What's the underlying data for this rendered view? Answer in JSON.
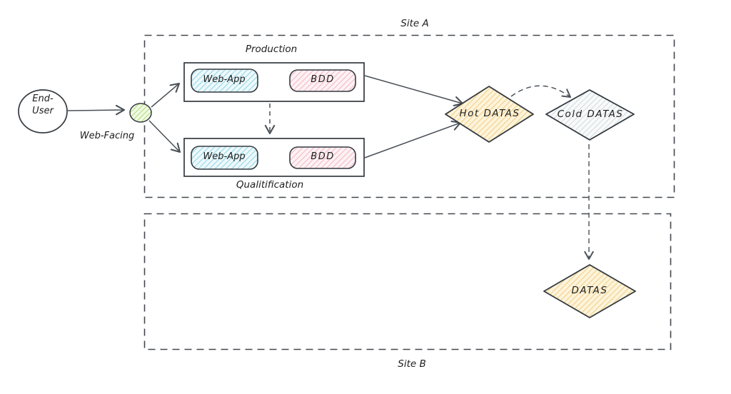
{
  "regions": {
    "site_a": "Site A",
    "site_b": "Site B"
  },
  "nodes": {
    "end_user": "End-\nUser",
    "web_facing": "Web-Facing",
    "production": {
      "title": "Production",
      "web_app": "Web-App",
      "bdd": "BDD"
    },
    "qualitification": {
      "title": "Qualitification",
      "web_app": "Web-App",
      "bdd": "BDD"
    },
    "hot_datas": "Hot DATAS",
    "cold_datas": "Cold DATAS",
    "site_b_datas": "DATAS"
  },
  "edges": [
    {
      "from": "end_user",
      "to": "web_facing",
      "style": "solid-arrow"
    },
    {
      "from": "web_facing",
      "to": "production",
      "style": "solid-arrow"
    },
    {
      "from": "web_facing",
      "to": "qualitification",
      "style": "solid-arrow"
    },
    {
      "from": "production",
      "to": "hot_datas",
      "style": "solid-arrow"
    },
    {
      "from": "qualitification",
      "to": "hot_datas",
      "style": "solid-arrow"
    },
    {
      "from": "production",
      "to": "qualitification",
      "style": "dashed-arrow"
    },
    {
      "from": "hot_datas",
      "to": "cold_datas",
      "style": "dashed-arrow"
    },
    {
      "from": "cold_datas",
      "to": "site_b_datas",
      "style": "dashed-arrow"
    }
  ],
  "colors": {
    "stroke": "#343a40",
    "region_border": "#43484e",
    "web_app_fill": "#bfe6f0",
    "bdd_fill": "#f8ccd6",
    "hot_datas_fill": "#f6dfa9",
    "cold_datas_fill": "#e9edf1",
    "web_facing_fill": "#cdeba3",
    "site_b_datas_fill": "#f6dfa9"
  }
}
